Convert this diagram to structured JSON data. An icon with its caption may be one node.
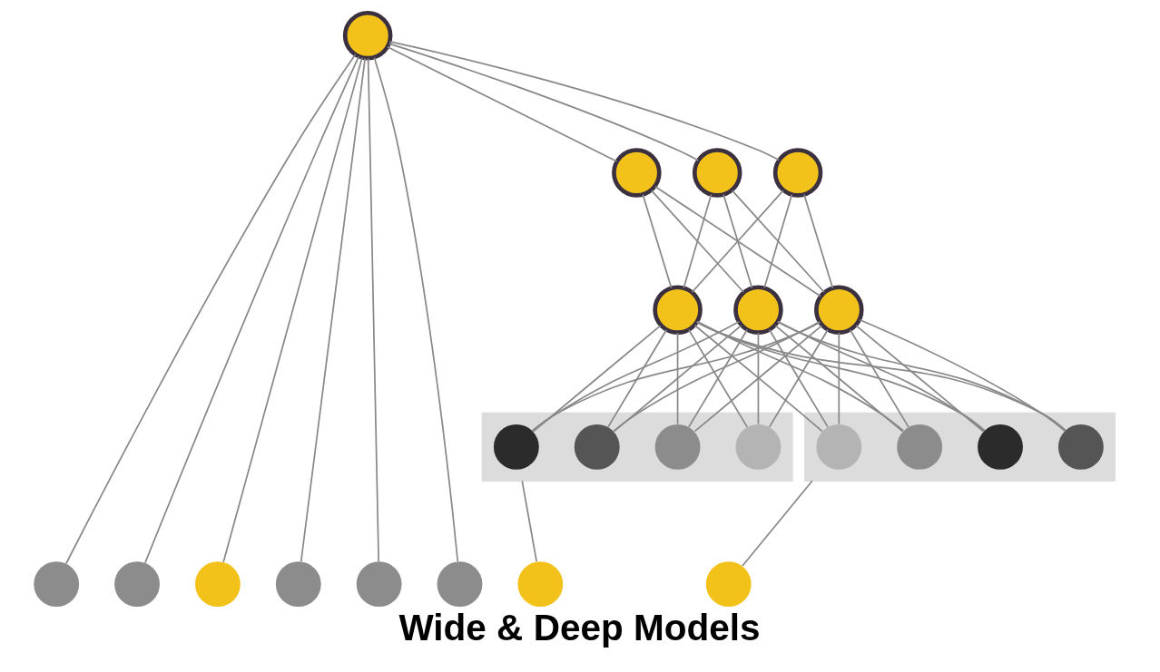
{
  "diagram": {
    "caption": "Wide & Deep Models",
    "nodes": [
      {
        "text": [],
        "shape": "circle"
      },
      {
        "text": [],
        "shape": "circle"
      },
      {
        "text": [],
        "shape": "circle"
      },
      {
        "text": [],
        "shape": "circle"
      },
      {
        "text": [],
        "shape": "circle"
      },
      {
        "text": [],
        "shape": "circle"
      },
      {
        "text": [],
        "shape": "circle"
      },
      {
        "text": [],
        "shape": "bar"
      },
      {
        "text": [],
        "shape": "circle",
        "in": 7
      },
      {
        "text": [],
        "shape": "circle",
        "in": 7
      },
      {
        "text": [],
        "shape": "circle",
        "in": 7
      },
      {
        "text": [],
        "shape": "circle",
        "in": 7
      },
      {
        "text": [],
        "shape": "bar"
      },
      {
        "text": [],
        "shape": "circle",
        "in": 12
      },
      {
        "text": [],
        "shape": "circle",
        "in": 12
      },
      {
        "text": [],
        "shape": "circle",
        "in": 12
      },
      {
        "text": [],
        "shape": "circle",
        "in": 12
      },
      {
        "text": [],
        "shape": "circle"
      },
      {
        "text": [],
        "shape": "circle"
      },
      {
        "text": [],
        "shape": "circle"
      },
      {
        "text": [],
        "shape": "circle"
      },
      {
        "text": [],
        "shape": "circle"
      },
      {
        "text": [],
        "shape": "circle"
      },
      {
        "text": [],
        "shape": "circle"
      },
      {
        "text": [],
        "shape": "circle"
      }
    ],
    "edges": [
      {
        "from": 17,
        "to": 0,
        "arrow": "none"
      },
      {
        "from": 18,
        "to": 0,
        "arrow": "none"
      },
      {
        "from": 19,
        "to": 0,
        "arrow": "none"
      },
      {
        "from": 20,
        "to": 0,
        "arrow": "none"
      },
      {
        "from": 21,
        "to": 0,
        "arrow": "none"
      },
      {
        "from": 22,
        "to": 0,
        "arrow": "none"
      },
      {
        "from": 1,
        "to": 0,
        "arrow": "none"
      },
      {
        "from": 2,
        "to": 0,
        "arrow": "none"
      },
      {
        "from": 3,
        "to": 0,
        "arrow": "none"
      },
      {
        "from": 4,
        "to": 1,
        "arrow": "none"
      },
      {
        "from": 4,
        "to": 2,
        "arrow": "none"
      },
      {
        "from": 4,
        "to": 3,
        "arrow": "none"
      },
      {
        "from": 5,
        "to": 1,
        "arrow": "none"
      },
      {
        "from": 5,
        "to": 2,
        "arrow": "none"
      },
      {
        "from": 5,
        "to": 3,
        "arrow": "none"
      },
      {
        "from": 6,
        "to": 1,
        "arrow": "none"
      },
      {
        "from": 6,
        "to": 2,
        "arrow": "none"
      },
      {
        "from": 6,
        "to": 3,
        "arrow": "none"
      },
      {
        "from": 8,
        "to": 4,
        "arrow": "none"
      },
      {
        "from": 8,
        "to": 5,
        "arrow": "none"
      },
      {
        "from": 8,
        "to": 6,
        "arrow": "none"
      },
      {
        "from": 9,
        "to": 4,
        "arrow": "none"
      },
      {
        "from": 9,
        "to": 5,
        "arrow": "none"
      },
      {
        "from": 9,
        "to": 6,
        "arrow": "none"
      },
      {
        "from": 10,
        "to": 4,
        "arrow": "none"
      },
      {
        "from": 10,
        "to": 5,
        "arrow": "none"
      },
      {
        "from": 10,
        "to": 6,
        "arrow": "none"
      },
      {
        "from": 11,
        "to": 4,
        "arrow": "none"
      },
      {
        "from": 11,
        "to": 5,
        "arrow": "none"
      },
      {
        "from": 11,
        "to": 6,
        "arrow": "none"
      },
      {
        "from": 13,
        "to": 4,
        "arrow": "none"
      },
      {
        "from": 13,
        "to": 5,
        "arrow": "none"
      },
      {
        "from": 13,
        "to": 6,
        "arrow": "none"
      },
      {
        "from": 14,
        "to": 4,
        "arrow": "none"
      },
      {
        "from": 14,
        "to": 5,
        "arrow": "none"
      },
      {
        "from": 14,
        "to": 6,
        "arrow": "none"
      },
      {
        "from": 15,
        "to": 4,
        "arrow": "none"
      },
      {
        "from": 15,
        "to": 5,
        "arrow": "none"
      },
      {
        "from": 15,
        "to": 6,
        "arrow": "none"
      },
      {
        "from": 16,
        "to": 4,
        "arrow": "none"
      },
      {
        "from": 16,
        "to": 5,
        "arrow": "none"
      },
      {
        "from": 16,
        "to": 6,
        "arrow": "none"
      },
      {
        "from": 23,
        "to": 7,
        "arrow": "none"
      },
      {
        "from": 24,
        "to": 12,
        "arrow": "none"
      }
    ]
  }
}
